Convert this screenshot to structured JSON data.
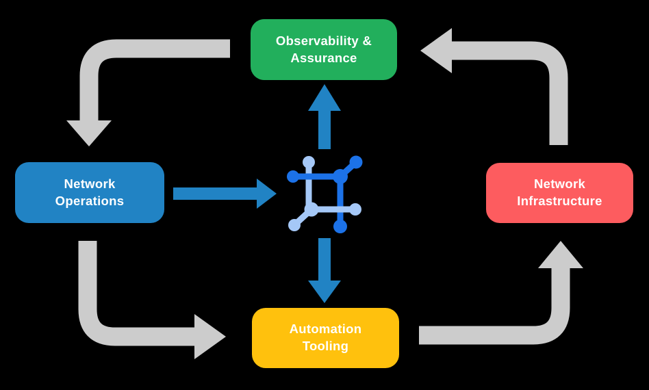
{
  "colors": {
    "green": "#22AF5C",
    "blue": "#2183C4",
    "red": "#FD5C5F",
    "yellow": "#FFC10D",
    "gray": "#CCCCCC",
    "icon_dark": "#1C72E8",
    "icon_light": "#A5C8F7",
    "text": "#FFFFFF",
    "background": "#000000"
  },
  "boxes": {
    "observability": {
      "line1": "Observability &",
      "line2": "Assurance"
    },
    "operations": {
      "line1": "Network",
      "line2": "Operations"
    },
    "infrastructure": {
      "line1": "Network",
      "line2": "Infrastructure"
    },
    "automation": {
      "line1": "Automation",
      "line2": "Tooling"
    }
  },
  "icons": {
    "center": "network-automation-icon"
  },
  "connections": [
    {
      "from": "observability",
      "to": "operations",
      "style": "gray-elbow"
    },
    {
      "from": "operations",
      "to": "automation",
      "style": "gray-elbow"
    },
    {
      "from": "automation",
      "to": "infrastructure",
      "style": "gray-elbow"
    },
    {
      "from": "infrastructure",
      "to": "observability",
      "style": "gray-elbow"
    },
    {
      "from": "operations",
      "to": "center-icon",
      "style": "blue-straight"
    },
    {
      "from": "center-icon",
      "to": "observability",
      "style": "blue-straight"
    },
    {
      "from": "center-icon",
      "to": "automation",
      "style": "blue-straight"
    }
  ]
}
